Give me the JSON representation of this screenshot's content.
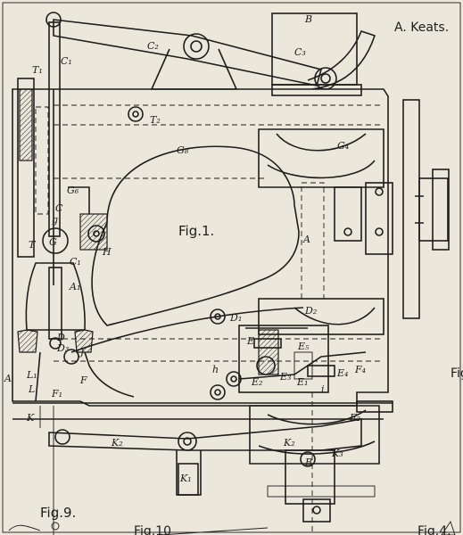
{
  "header": {
    "inventor": "A. Keats."
  },
  "figures": {
    "fig1": "Fig.1.",
    "fig9": "Fig.9.",
    "fig10": "Fig.10",
    "fig4": "Fig.4.",
    "fig_partial": "Fig"
  },
  "labels": {
    "B_top": "B",
    "C2": "C₂",
    "C3": "C₃",
    "C1": "C₁",
    "T1": "T₁",
    "T2": "T₂",
    "G8_top": "G₈",
    "G4": "G₄",
    "G6": "G₆",
    "C": "C",
    "G": "G",
    "T": "T",
    "C1b": "C₁",
    "H": "H",
    "A_center": "A",
    "A1": "A₁",
    "D": "D",
    "D1": "D₁",
    "D2": "D₂",
    "D3": "D₃",
    "E": "E",
    "E5": "E₅",
    "h": "h",
    "J": "J",
    "F1": "F₁",
    "F": "F",
    "F4": "F₄",
    "F2": "F₂",
    "E1": "E₁",
    "E2": "E₂",
    "E3": "E₃",
    "E4": "E₄",
    "i": "i",
    "A_left": "A",
    "L1": "L₁",
    "L": "L",
    "K": "K",
    "K2": "K₂",
    "K2b": "K₂",
    "K3": "K₃",
    "K1": "K₁",
    "B_bottom": "B",
    "g": "g"
  }
}
